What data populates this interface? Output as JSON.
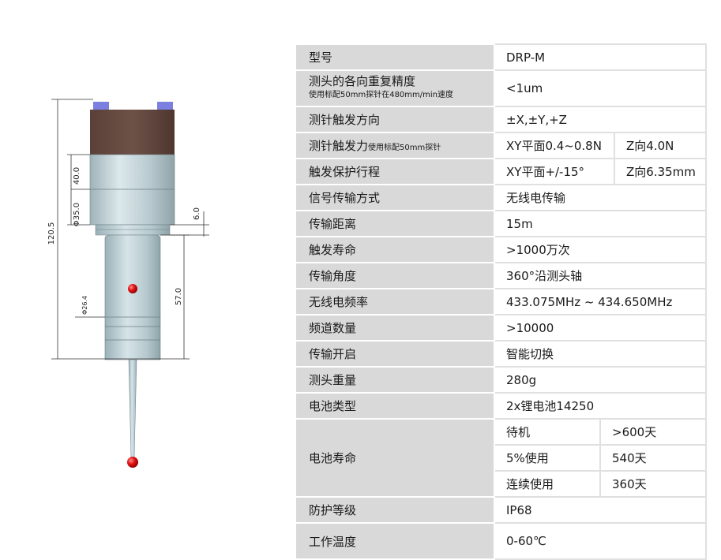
{
  "drawing": {
    "dimensions": [
      "120.5",
      "40.0",
      "Φ35.0",
      "6.0",
      "57.0",
      "Φ26.4"
    ]
  },
  "spec_table": {
    "rows": [
      {
        "label": "型号",
        "value": "DRP-M"
      },
      {
        "label": "测头的各向重复精度",
        "label_note": "使用标配50mm探针在480mm/min速度",
        "value": "<1um"
      },
      {
        "label": "测针触发方向",
        "value": "±X,±Y,+Z"
      },
      {
        "label": "测针触发力",
        "label_note": "使用标配50mm探针",
        "value": "XY平面0.4~0.8N",
        "value2": "Z向4.0N"
      },
      {
        "label": "触发保护行程",
        "value": "XY平面+/-15°",
        "value2": "Z向6.35mm"
      },
      {
        "label": "信号传输方式",
        "value": "无线电传输"
      },
      {
        "label": "传输距离",
        "value": "15m"
      },
      {
        "label": "触发寿命",
        "value": ">1000万次"
      },
      {
        "label": "传输角度",
        "value": "360°沿测头轴"
      },
      {
        "label": "无线电频率",
        "value": "433.075MHz ~ 434.650MHz"
      },
      {
        "label": "频道数量",
        "value": ">10000"
      },
      {
        "label": "传输开启",
        "value": "智能切换"
      },
      {
        "label": "测头重量",
        "value": "280g"
      },
      {
        "label": "电池类型",
        "value": "2x锂电池14250"
      }
    ],
    "battery_life": {
      "label": "电池寿命",
      "items": [
        {
          "mode": "待机",
          "value": ">600天"
        },
        {
          "mode": "5%使用",
          "value": "540天"
        },
        {
          "mode": "连续使用",
          "value": "360天"
        }
      ]
    },
    "rows_tail": [
      {
        "label": "防护等级",
        "value": "IP68"
      },
      {
        "label": "工作温度",
        "value": "0-60℃"
      }
    ]
  }
}
